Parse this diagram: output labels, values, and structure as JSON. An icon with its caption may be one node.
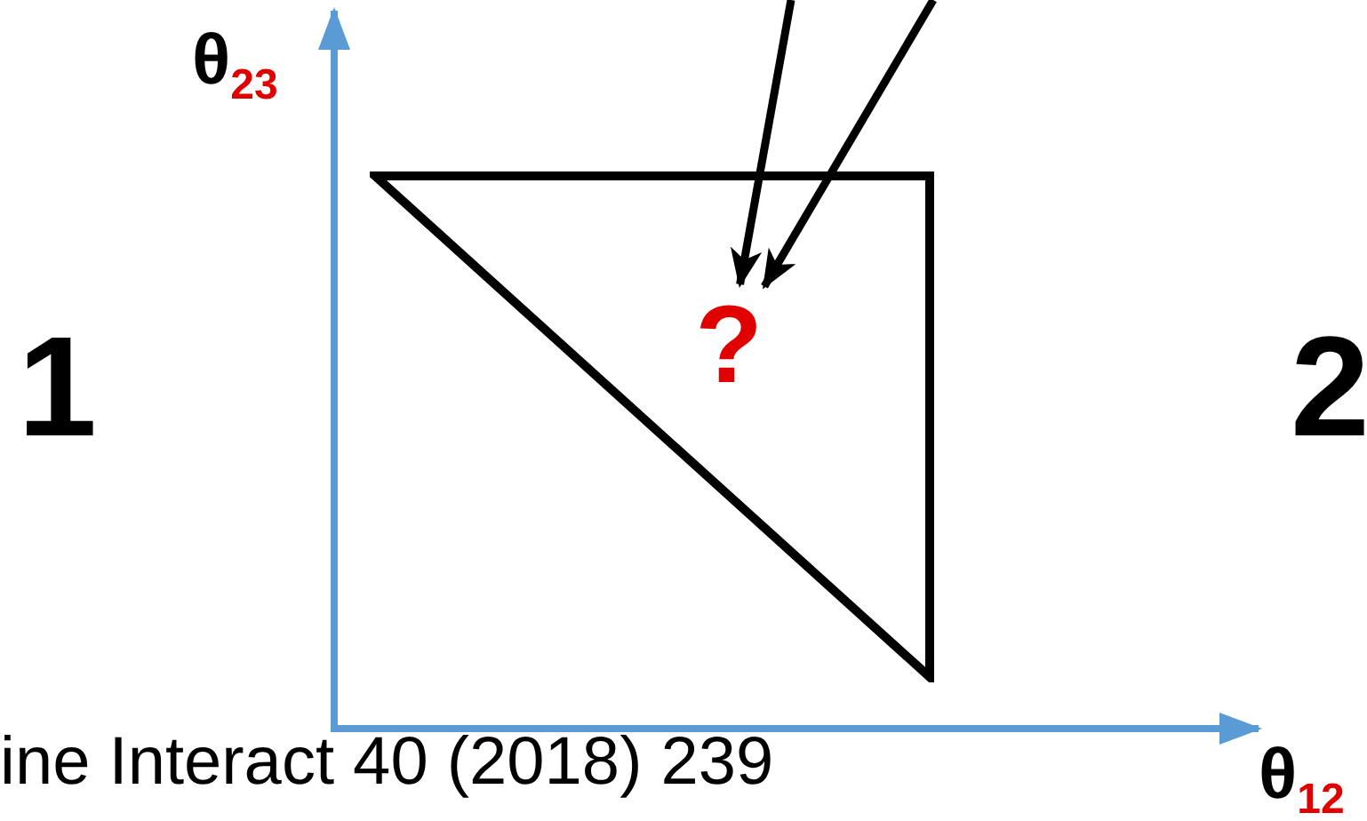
{
  "diagram": {
    "nodes": [
      {
        "text": [],
        "shape": "triangle"
      },
      {
        "text": [
          "?"
        ],
        "in": 0
      }
    ],
    "edges": [
      {
        "from": null,
        "to": 1,
        "arrow": "to"
      },
      {
        "from": null,
        "to": 1,
        "arrow": "to"
      }
    ],
    "labels": [
      "θ$_{23}$",
      "1",
      "2",
      "ine Interact 40 (2018) 239",
      "θ$_{12}$"
    ]
  }
}
